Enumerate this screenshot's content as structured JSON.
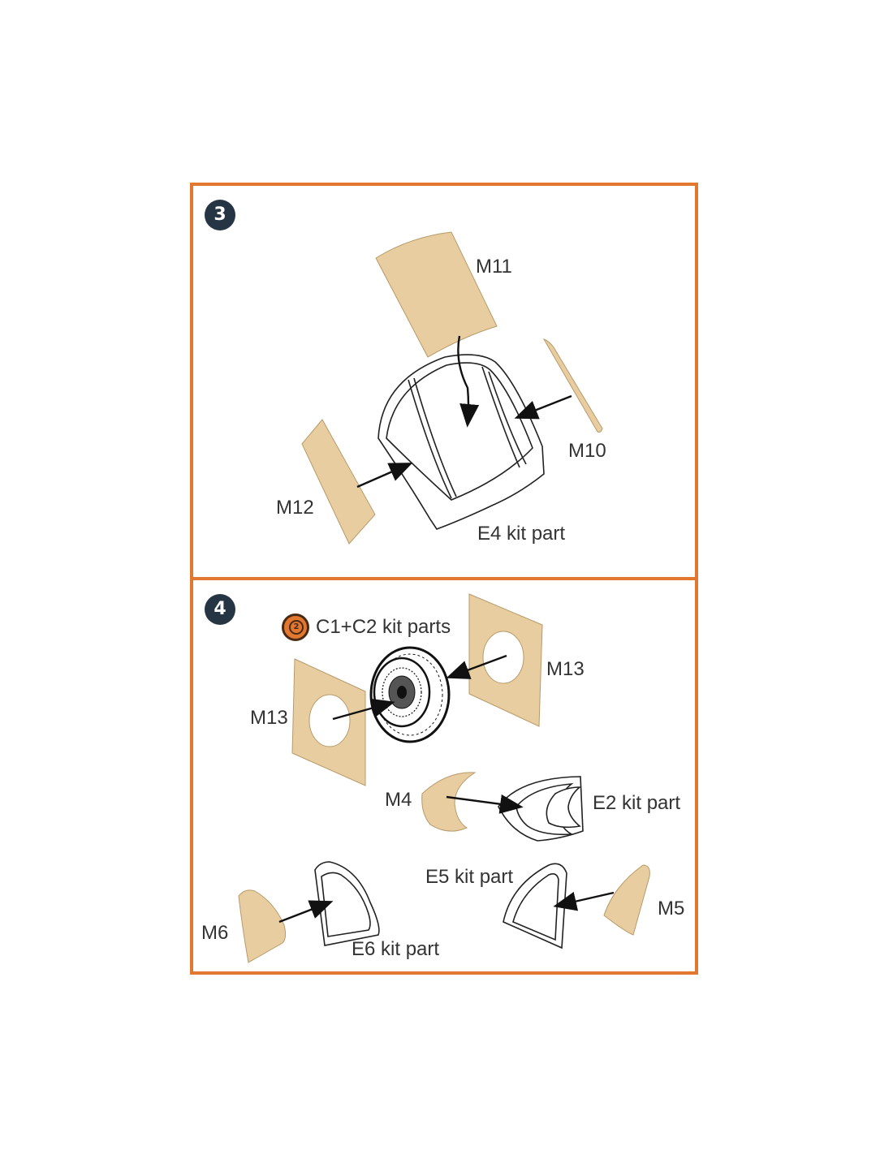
{
  "steps": [
    {
      "number": "3",
      "labels": {
        "m11": "M11",
        "m10": "M10",
        "m12": "M12",
        "e4": "E4 kit part"
      }
    },
    {
      "number": "4",
      "labels": {
        "c1c2": "C1+C2 kit parts",
        "m13_right": "M13",
        "m13_left": "M13",
        "m4": "M4",
        "e2": "E2 kit part",
        "e5": "E5 kit part",
        "m5": "M5",
        "m6": "M6",
        "e6": "E6 kit part"
      },
      "reference_badge": "2"
    }
  ],
  "colors": {
    "frame": "#e2772f",
    "badge": "#263544",
    "mask": "#e7cd9f",
    "reference": "#e2772f"
  },
  "icons": {
    "reference": "step-reference-icon"
  }
}
